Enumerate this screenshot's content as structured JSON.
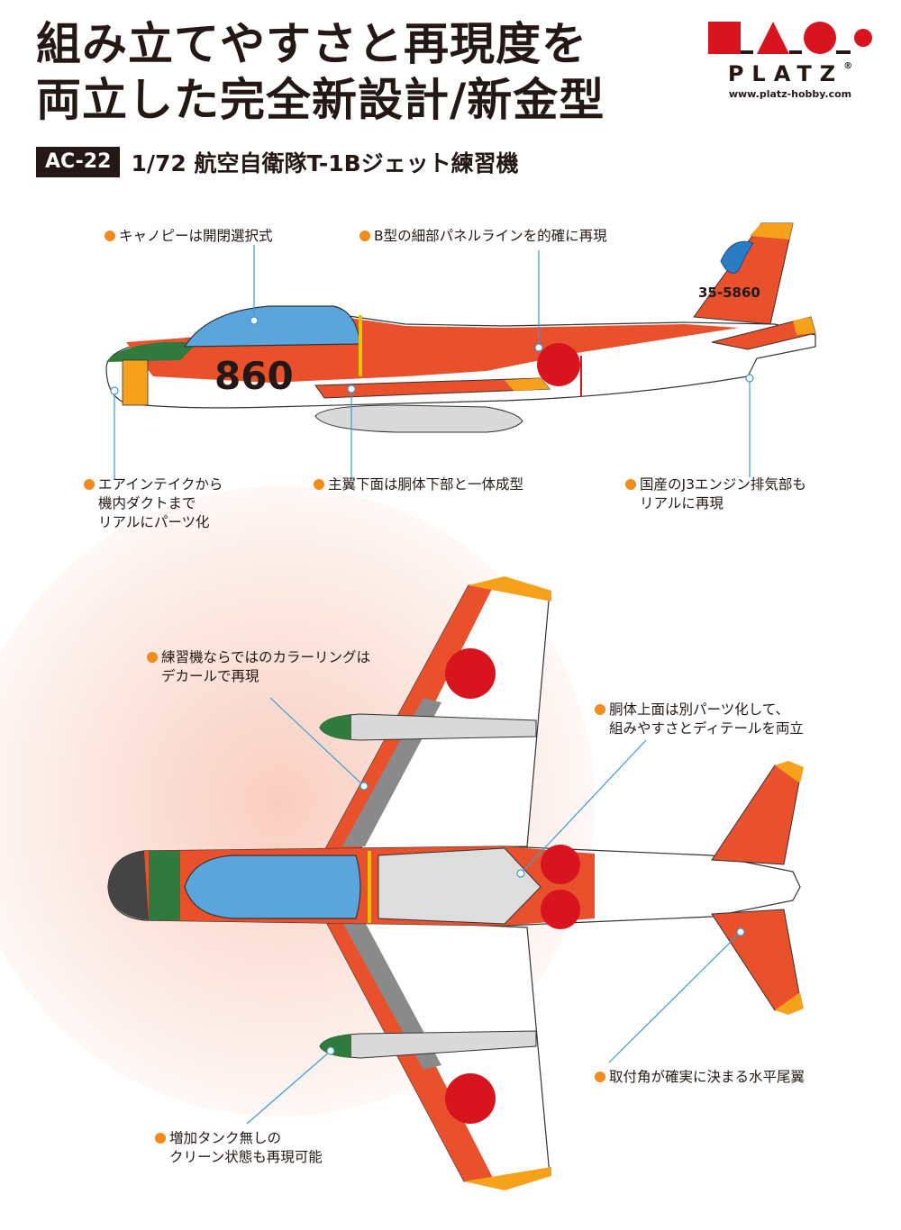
{
  "header": {
    "headline_line1": "組み立てやすさと再現度を",
    "headline_line2": "両立した完全新設計/新金型",
    "code": "AC-22",
    "subtitle": "1/72 航空自衛隊T-1Bジェット練習機"
  },
  "logo": {
    "wordmark": "PLATZ",
    "registered": "®",
    "url": "www.platz-hobby.com"
  },
  "aircraft": {
    "nose_number": "860",
    "tail_number": "35-5860"
  },
  "callouts": [
    {
      "lines": [
        "キャノピーは開閉選択式"
      ]
    },
    {
      "lines": [
        "B型の細部パネルラインを的確に再現"
      ]
    },
    {
      "lines": [
        "エアインテイクから",
        "機内ダクトまで",
        "リアルにパーツ化"
      ]
    },
    {
      "lines": [
        "主翼下面は胴体下部と一体成型"
      ]
    },
    {
      "lines": [
        "国産のJ3エンジン排気部も",
        "リアルに再現"
      ]
    },
    {
      "lines": [
        "練習機ならではのカラーリングは",
        "デカールで再現"
      ]
    },
    {
      "lines": [
        "胴体上面は別パーツ化して、",
        "組みやすさとディテールを両立"
      ]
    },
    {
      "lines": [
        "取付角が確実に決まる水平尾翼"
      ]
    },
    {
      "lines": [
        "増加タンク無しの",
        "クリーン状態も再現可能"
      ]
    }
  ],
  "colors": {
    "accent_orange": "#f08c1e",
    "aircraft_red": "#e8512c",
    "hinomaru_red": "#d8141e",
    "canopy_blue": "#5aa6dc",
    "leader_blue": "#3a9bd6",
    "logo_red": "#d8141e"
  }
}
